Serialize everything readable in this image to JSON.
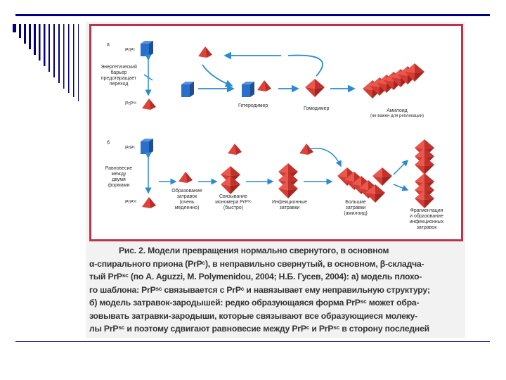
{
  "colors": {
    "slide_accent": "#000080",
    "frame_border": "#c0314a",
    "arrow": "#2a8ad4",
    "cube": "#2a6fc9",
    "pyramid": "#e0423a"
  },
  "panel_a": {
    "label": "а",
    "prpc_label": "PrPᶜ",
    "barrier_label": [
      "Энергетический",
      "барьер",
      "предотвращает",
      "переход"
    ],
    "prpsc_label": "PrPˢᶜ",
    "heterodimer_label": "Гетеродимер",
    "homodimer_label": "Гомодимер",
    "amyloid_label": "Амилоид",
    "amyloid_note": "(не важен для репликации)"
  },
  "panel_b": {
    "label": "б",
    "prpc_label": "PrPᶜ",
    "equilibrium_label": [
      "Равновесие",
      "между",
      "двумя",
      "формами"
    ],
    "prpsc_label": "PrPˢᶜ",
    "seed_formation_label": [
      "Образование",
      "затравок",
      "(очень",
      "медленно)"
    ],
    "monomer_binding_label": [
      "Связывание",
      "мономера PrPˢᶜ",
      "(быстро)"
    ],
    "infectious_seeds_label": [
      "Инфекционные",
      "затравки"
    ],
    "large_seeds_label": [
      "Большие",
      "затравки",
      "(амилоид)"
    ],
    "fragmentation_label": [
      "Фрагментация",
      "и образование",
      "инфекционных",
      "затравок"
    ]
  },
  "caption": {
    "lines": [
      "Рис. 2. Модели превращения нормально свернутого, в основном",
      "α-спирального приона (PrPᶜ), в неправильно свернутый, в основном, β-складча-",
      "тый PrPˢᶜ (по A. Aguzzi, M. Polymenidou, 2004; Н.Б. Гусев, 2004): а) модель плохо-",
      "го шаблона: PrPˢᶜ связывается с PrPᶜ и навязывает ему неправильную структуру;",
      "б) модель затравок-зародышей: редко образующаяся форма PrPˢᶜ может обра-",
      "зовывать затравки-зародыши, которые связывают все образующиеся молеку-",
      "лы PrPˢᶜ и поэтому сдвигают равновесие между PrPᶜ и PrPˢᶜ в сторону последней"
    ]
  }
}
